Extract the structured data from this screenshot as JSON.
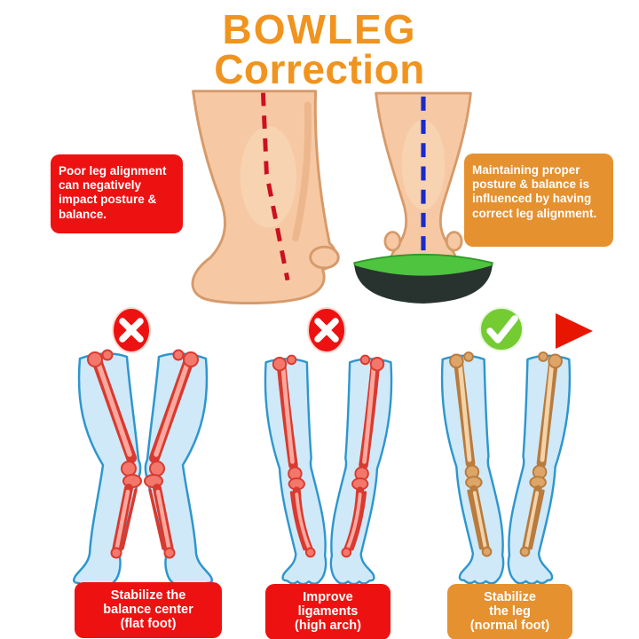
{
  "title": {
    "line1": "BOWLEG",
    "line2": "Correction"
  },
  "callouts": {
    "left": {
      "text": "Poor leg alignment can negatively impact posture & balance."
    },
    "right": {
      "text": "Maintaining proper posture & balance is influenced by having correct leg alignment."
    }
  },
  "timeline": {
    "markers": [
      {
        "icon": "cross-icon",
        "meaning": "incorrect"
      },
      {
        "icon": "cross-icon",
        "meaning": "incorrect"
      },
      {
        "icon": "check-icon",
        "meaning": "correct"
      }
    ]
  },
  "figures": [
    {
      "name": "misaligned-ankle",
      "guide_line": "red-dashed"
    },
    {
      "name": "corrected-ankle-on-insole",
      "guide_line": "blue-dashed"
    },
    {
      "name": "legs-flat-foot",
      "bones": "red"
    },
    {
      "name": "legs-high-arch",
      "bones": "red"
    },
    {
      "name": "legs-normal-foot",
      "bones": "tan"
    }
  ],
  "figure_labels": [
    {
      "line1": "Stabilize the",
      "line2": "balance center",
      "line3": "(flat foot)",
      "style": "red"
    },
    {
      "line1": "Improve",
      "line2": "ligaments",
      "line3": "(high arch)",
      "style": "red"
    },
    {
      "line1": "Stabilize",
      "line2": "the leg",
      "line3": "(normal foot)",
      "style": "orange"
    }
  ],
  "colors": {
    "title_orange": "#F0941F",
    "box_red": "#EE1111",
    "box_orange": "#E5912F",
    "arrow_red": "#E81600",
    "check_green": "#74CB32",
    "leg_blue": "#CFE9F8",
    "bone_red": "#D93A30",
    "bone_tan": "#B97B3E",
    "skin": "#F6C9A4",
    "guide_red": "#CC1020",
    "guide_blue": "#1A2ACC",
    "insole_green": "#4EC43F",
    "insole_dark": "#28332F"
  }
}
